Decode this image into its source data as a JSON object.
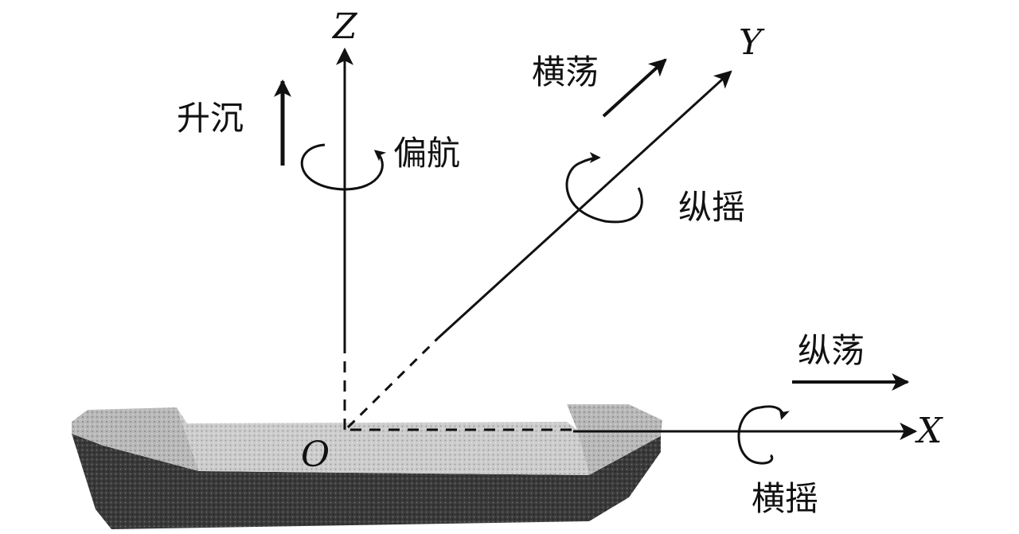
{
  "diagram": {
    "axes": {
      "z": "Z",
      "y": "Y",
      "x": "X",
      "origin": "O"
    },
    "motions": {
      "heave": "升沉",
      "yaw": "偏航",
      "sway": "横荡",
      "pitch": "纵摇",
      "surge": "纵荡",
      "roll": "横摇"
    },
    "colors": {
      "ink": "#111111",
      "hull_dark": "#3a3a3a",
      "deck_light": "#c9c9c9",
      "deck_mid": "#b5b5b5"
    }
  }
}
